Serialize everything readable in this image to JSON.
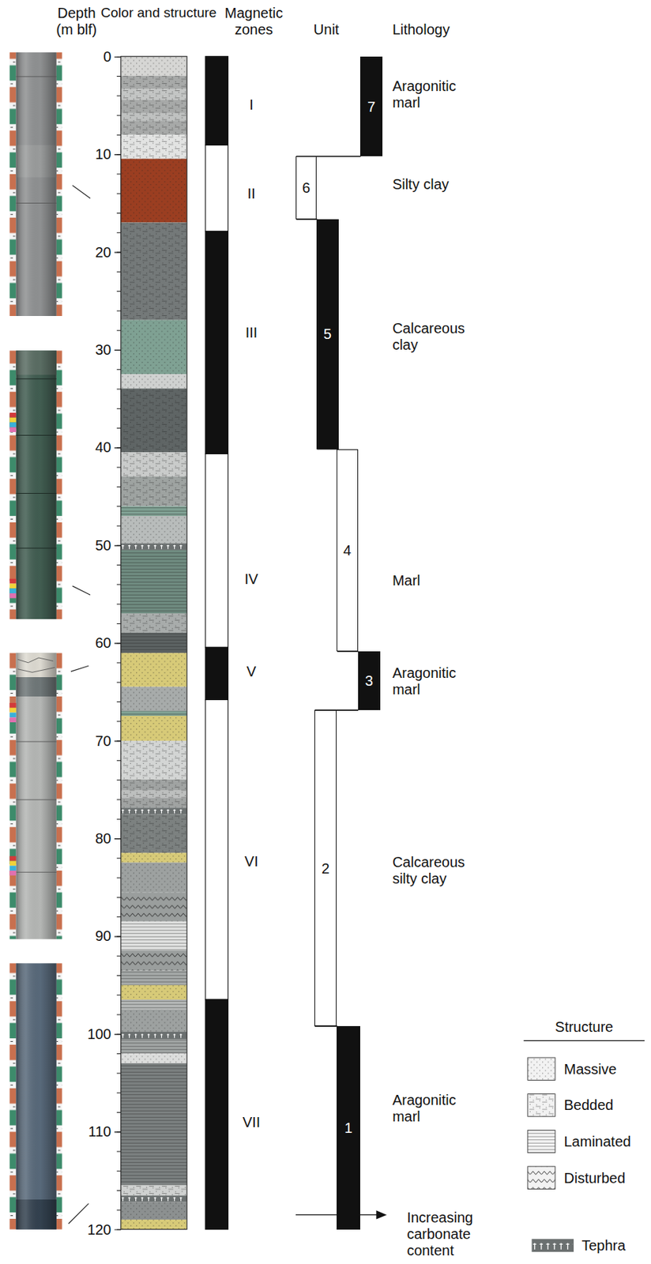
{
  "diagram": {
    "nodes": [
      {
        "text": [
          "7"
        ]
      },
      {
        "text": [
          "6"
        ]
      },
      {
        "text": [
          "5"
        ]
      },
      {
        "text": [
          "4"
        ]
      },
      {
        "text": [
          "3"
        ]
      },
      {
        "text": [
          "2"
        ]
      },
      {
        "text": [
          "1"
        ]
      }
    ],
    "edges": [
      {
        "from": 0,
        "to": 1,
        "arrow": "none"
      },
      {
        "from": 1,
        "to": 2,
        "arrow": "none"
      },
      {
        "from": 2,
        "to": 3,
        "arrow": "none"
      },
      {
        "from": 3,
        "to": 4,
        "arrow": "none"
      },
      {
        "from": 4,
        "to": 5,
        "arrow": "none"
      },
      {
        "from": 5,
        "to": 6,
        "arrow": "none"
      }
    ],
    "labels": [
      "Depth (m blf)",
      "Color and structure",
      "Magnetic zones",
      "Unit",
      "Lithology",
      "0",
      "10",
      "20",
      "30",
      "40",
      "50",
      "60",
      "70",
      "80",
      "90",
      "100",
      "110",
      "120",
      "I",
      "II",
      "III",
      "IV",
      "V",
      "VI",
      "VII",
      "Aragonitic marl",
      "Silty clay",
      "Calcareous clay",
      "Marl",
      "Aragonitic marl",
      "Calcareous silty clay",
      "Aragonitic marl",
      "Structure",
      "Increasing carbonate content"
    ],
    "legend": [
      {
        "text": "Massive"
      },
      {
        "text": "Bedded"
      },
      {
        "text": "Laminated"
      },
      {
        "text": "Disturbed"
      },
      {
        "text": "Tephra"
      }
    ]
  }
}
